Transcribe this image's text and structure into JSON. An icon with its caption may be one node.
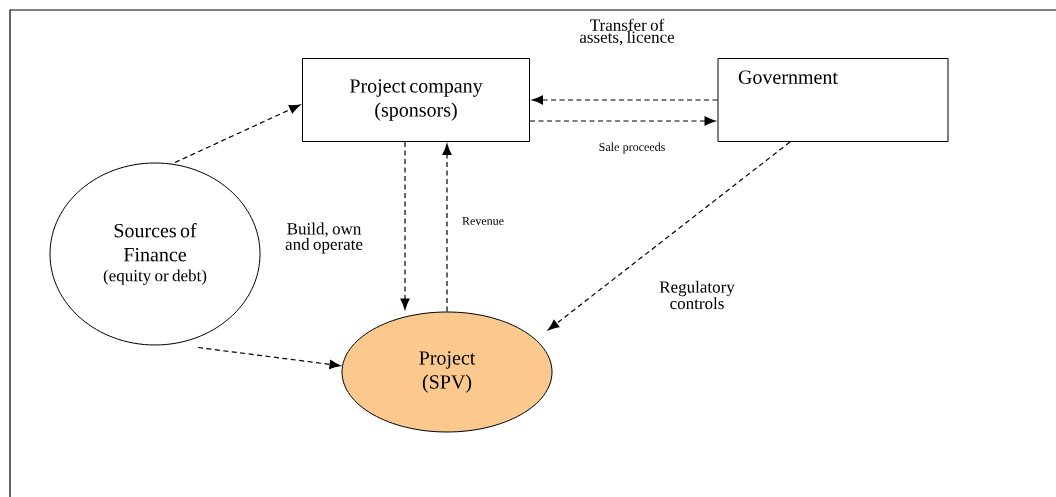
{
  "diagram": {
    "nodes": [
      {
        "text": [
          "Project company (sponsors)"
        ]
      },
      {
        "text": [
          "Government"
        ]
      },
      {
        "text": [
          "Sources of Finance",
          "(equity or debt)"
        ]
      },
      {
        "text": [
          "Project (SPV)"
        ]
      }
    ],
    "edges": [
      {
        "from": 2,
        "to": 0,
        "arrow": "to",
        "style": "dashed"
      },
      {
        "from": 1,
        "to": 0,
        "arrow": "to",
        "style": "dashed",
        "label": "Transfer of assets, licence"
      },
      {
        "from": 0,
        "to": 1,
        "arrow": "to",
        "style": "dashed",
        "label": "Sale proceeds"
      },
      {
        "from": 0,
        "to": 3,
        "arrow": "to",
        "style": "dashed",
        "label": "Build, own and operate"
      },
      {
        "from": 3,
        "to": 0,
        "arrow": "to",
        "style": "dashed",
        "label": "Revenue"
      },
      {
        "from": 1,
        "to": 3,
        "arrow": "to",
        "style": "dashed",
        "label": "Regulatory controls"
      },
      {
        "from": 2,
        "to": 3,
        "arrow": "to",
        "style": "dashed"
      }
    ]
  }
}
